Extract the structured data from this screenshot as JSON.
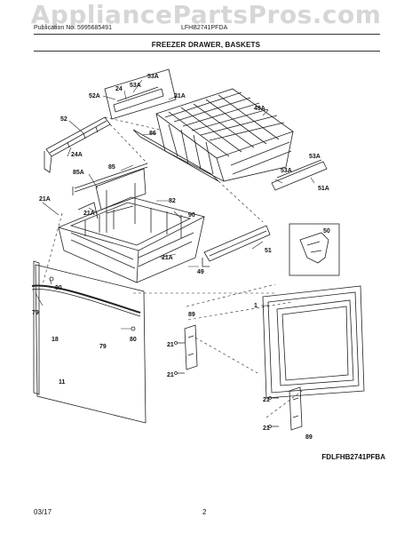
{
  "watermark": "AppliancePartsPros.com",
  "header": {
    "publication": "Publication No. 5995685491",
    "model": "LFHB2741PFDA",
    "title": "FREEZER DRAWER, BASKETS"
  },
  "diagram_code": "FDLFHB2741PFBA",
  "footer": {
    "date": "03/17",
    "page": "2"
  },
  "part_labels": {
    "p53A_a": "53A",
    "p24_a": "24",
    "p53A_b": "53A",
    "p52A": "52A",
    "p21A_a": "21A",
    "p49A": "49A",
    "p52": "52",
    "p86": "86",
    "p24A": "24A",
    "p85": "85",
    "p85A": "85A",
    "p53A_c": "53A",
    "p53A_d": "53A",
    "p51A": "51A",
    "p21A_b": "21A",
    "p21A_c": "21A",
    "p82": "82",
    "p90": "90",
    "p50": "50",
    "p51": "51",
    "p21A_d": "21A",
    "p49": "49",
    "p80_a": "80",
    "p79_a": "79",
    "p1": "1",
    "p89_a": "89",
    "p18": "18",
    "p79_b": "79",
    "p80_b": "80",
    "p21_a": "21",
    "p21_b": "21",
    "p11": "11",
    "p21_c": "21",
    "p21_d": "21",
    "p89_b": "89"
  }
}
